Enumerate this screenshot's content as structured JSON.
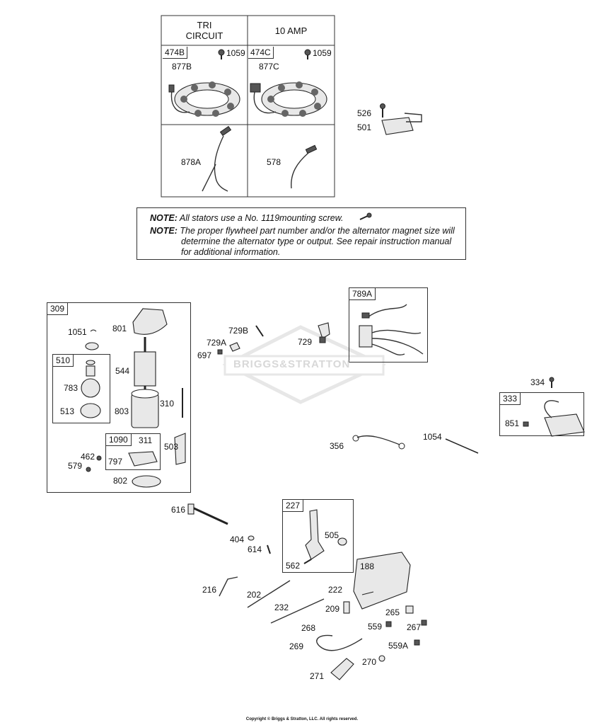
{
  "stator_table": {
    "col1_header": "TRI\nCIRCUIT",
    "col2_header": "10 AMP",
    "tri": {
      "box": "474B",
      "screw": "1059",
      "stator": "877B",
      "wire": "878A"
    },
    "amp": {
      "box": "474C",
      "screw": "1059",
      "stator": "877C",
      "wire": "578"
    }
  },
  "note": {
    "label1": "NOTE:",
    "text1": "All stators use a No. 1119mounting screw.",
    "label2": "NOTE:",
    "text2a": "The proper flywheel part number and/or the alternator magnet size will",
    "text2b": "determine the alternator type or output. See repair instruction manual",
    "text2c": "for additional information."
  },
  "rectifier": {
    "screw": "526",
    "regulator": "501"
  },
  "starter": {
    "box": "309",
    "p1051": "1051",
    "p801": "801",
    "p544": "544",
    "drive_box": "510",
    "p783": "783",
    "p513": "513",
    "p803": "803",
    "p310": "310",
    "p503": "503",
    "brush_box": "1090",
    "p311": "311",
    "p797": "797",
    "p462": "462",
    "p579": "579",
    "p802": "802"
  },
  "middle": {
    "p729B": "729B",
    "p729A": "729A",
    "p697": "697",
    "p729": "729"
  },
  "harness": {
    "box": "789A"
  },
  "ignition": {
    "box": "333",
    "p334": "334",
    "p851": "851"
  },
  "misc": {
    "p356": "356",
    "p1054": "1054"
  },
  "governor": {
    "p616": "616",
    "p404": "404",
    "p614": "614",
    "box227": "227",
    "p505": "505",
    "p562": "562",
    "p188": "188",
    "p216": "216",
    "p202": "202",
    "p222": "222",
    "p232": "232",
    "p209": "209",
    "p265": "265",
    "p559": "559",
    "p267": "267",
    "p268": "268",
    "p269": "269",
    "p559A": "559A",
    "p270": "270",
    "p271": "271"
  },
  "watermark": "BRIGGS&STRATTON",
  "copyright": "Copyright © Briggs & Stratton, LLC. All rights reserved."
}
